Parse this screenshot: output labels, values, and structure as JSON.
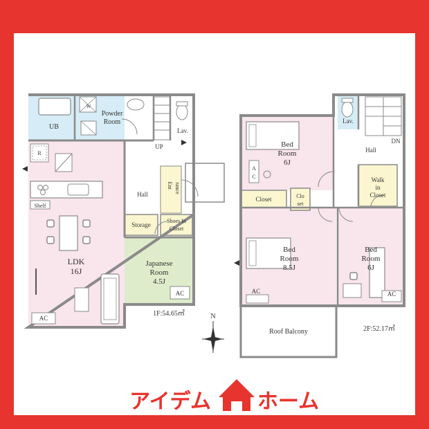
{
  "colors": {
    "frame": "#e8342e",
    "wall": "#8a8a8a",
    "room_pink": "#f9e5ec",
    "wet_blue": "#d6ecf6",
    "tatami_green": "#dfeccb",
    "storage_yellow": "#fbf6d0",
    "neutral": "#ffffff"
  },
  "floor1": {
    "area": "1F:54.65㎡",
    "rooms": {
      "ub": "UB",
      "powder_room_1": "Powder",
      "powder_room_2": "Room",
      "w_mark": "W",
      "lav": "Lav.",
      "up": "UP",
      "r_mark": "R",
      "shelf": "Shelf",
      "ldk_1": "LDK",
      "ldk_2": "16J",
      "ac": "AC",
      "hall": "Hall",
      "entrance_1": "Ent",
      "entrance_2": "rance",
      "storage": "Storage",
      "shoes_in_closet_1": "Shoes In",
      "shoes_in_closet_2": "Closet",
      "japanese_room_1": "Japanese",
      "japanese_room_2": "Room",
      "japanese_room_3": "4.5J",
      "japanese_ac": "AC"
    }
  },
  "floor2": {
    "area": "2F:52.17㎡",
    "rooms": {
      "lav": "Lav.",
      "dn": "DN",
      "hall": "Hall",
      "bed1_1": "Bed",
      "bed1_2": "Room",
      "bed1_3": "6J",
      "bed1_ac_a": "A",
      "bed1_ac_c": "C",
      "walk_in_closet_1": "Walk",
      "walk_in_closet_2": "in",
      "walk_in_closet_3": "Closet",
      "closet": "Closet",
      "closet2_1": "Clo",
      "closet2_2": "set",
      "bed2_1": "Bed",
      "bed2_2": "Room",
      "bed2_3": "8.5J",
      "bed2_ac": "AC",
      "bed3_1": "Bed",
      "bed3_2": "Room",
      "bed3_3": "6J",
      "bed3_ac": "AC",
      "roof_balcony": "Roof Balcony"
    }
  },
  "compass": {
    "north": "N"
  },
  "brand": {
    "left": "アイデム",
    "right": "ホーム"
  }
}
